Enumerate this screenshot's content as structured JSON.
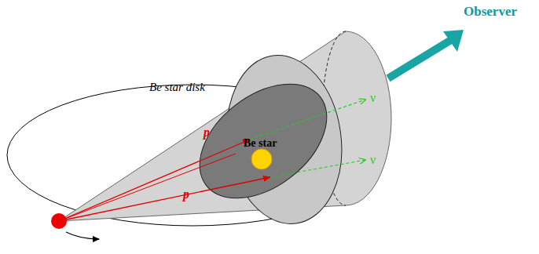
{
  "diagram": {
    "labels": [
      "Observer",
      "Be star disk",
      "Be star",
      "p",
      "p",
      "ν",
      "ν"
    ]
  }
}
